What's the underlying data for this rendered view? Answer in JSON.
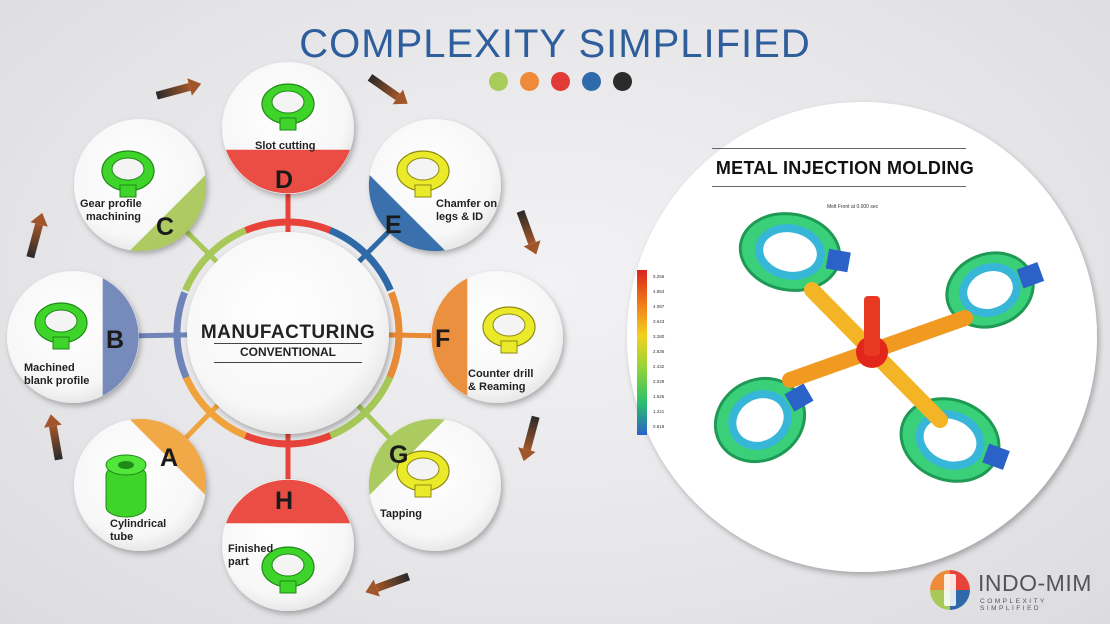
{
  "title": "COMPLEXITY SIMPLIFIED",
  "title_color": "#2f5e9c",
  "dots": [
    {
      "color": "#a9cb5a"
    },
    {
      "color": "#ee8a3a"
    },
    {
      "color": "#e23a36"
    },
    {
      "color": "#2f6aaa"
    },
    {
      "color": "#2b2b2b"
    }
  ],
  "conventional": {
    "title": "MANUFACTURING",
    "subtitle": "CONVENTIONAL"
  },
  "steps": [
    {
      "letter": "A",
      "label_lines": [
        "Cylindrical",
        "tube"
      ],
      "color": "#f0a33c"
    },
    {
      "letter": "B",
      "label_lines": [
        "Machined",
        "blank profile"
      ],
      "color": "#6f84b8"
    },
    {
      "letter": "C",
      "label_lines": [
        "Gear profile",
        "machining"
      ],
      "color": "#a9c85a"
    },
    {
      "letter": "D",
      "label_lines": [
        "Slot cutting"
      ],
      "color": "#e8433a"
    },
    {
      "letter": "E",
      "label_lines": [
        "Chamfer on",
        "legs & ID"
      ],
      "color": "#2f69a8"
    },
    {
      "letter": "F",
      "label_lines": [
        "Counter drill",
        "& Reaming"
      ],
      "color": "#e98a35"
    },
    {
      "letter": "G",
      "label_lines": [
        "Tapping"
      ],
      "color": "#a6c857"
    },
    {
      "letter": "H",
      "label_lines": [
        "Finished",
        "part"
      ],
      "color": "#e8433a"
    }
  ],
  "mim": {
    "title": "METAL INJECTION MOLDING",
    "subtitle": "Melt Front at       0.000 sec",
    "legend_values": [
      "5.256",
      "4.853",
      "4.087",
      "3.643",
      "3.280",
      "2.836",
      "2.432",
      "2.029",
      "1.625",
      "1.221",
      "0.818"
    ]
  },
  "logo": {
    "name": "INDO-MIM",
    "tagline": "COMPLEXITY SIMPLIFIED"
  }
}
